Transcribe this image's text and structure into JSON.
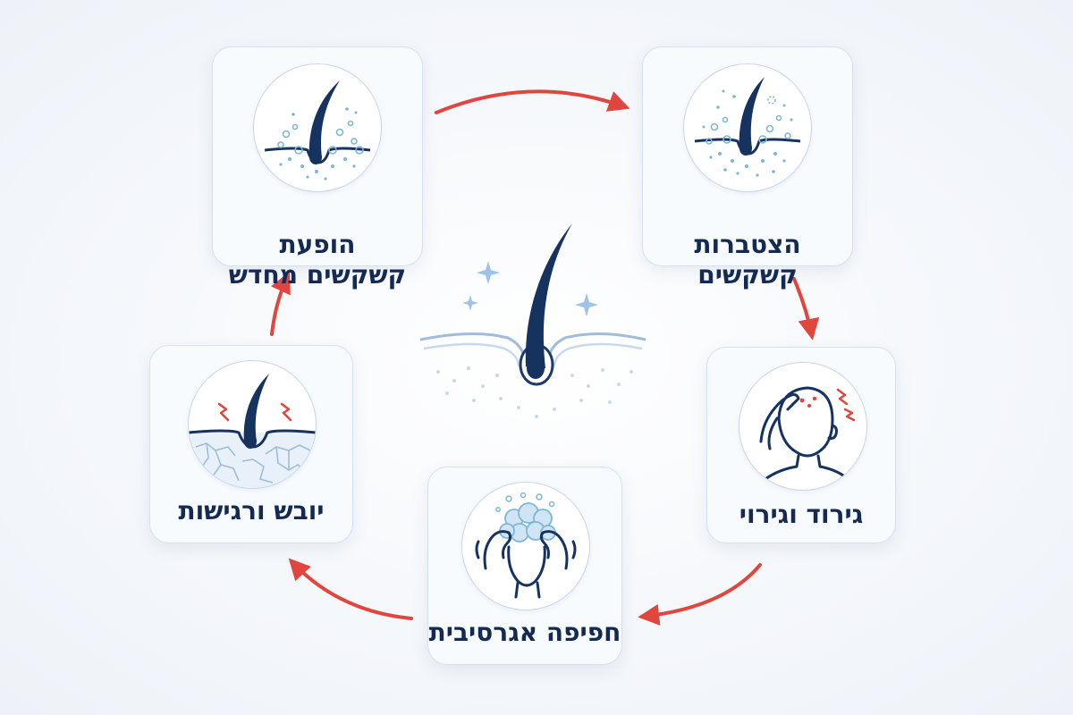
{
  "stages": {
    "new_flakes": {
      "line1": "הופעת",
      "line2": "קשקשים מחדש",
      "icon": "hair-follicle-flakes-icon"
    },
    "buildup": {
      "line1": "הצטברות",
      "line2": "קשקשים",
      "icon": "hair-follicle-buildup-icon"
    },
    "itch": {
      "line1": "גירוד וגירוי",
      "icon": "head-scratching-icon"
    },
    "wash": {
      "line1": "חפיפה אגרסיבית",
      "icon": "hair-washing-icon"
    },
    "dry": {
      "line1": "יובש ורגישות",
      "icon": "dry-cracked-scalp-icon"
    }
  },
  "colors": {
    "arrow": "#e0463e",
    "ink": "#142a52",
    "bubble": "#7fb6d6",
    "accent": "#9fc3e6"
  }
}
